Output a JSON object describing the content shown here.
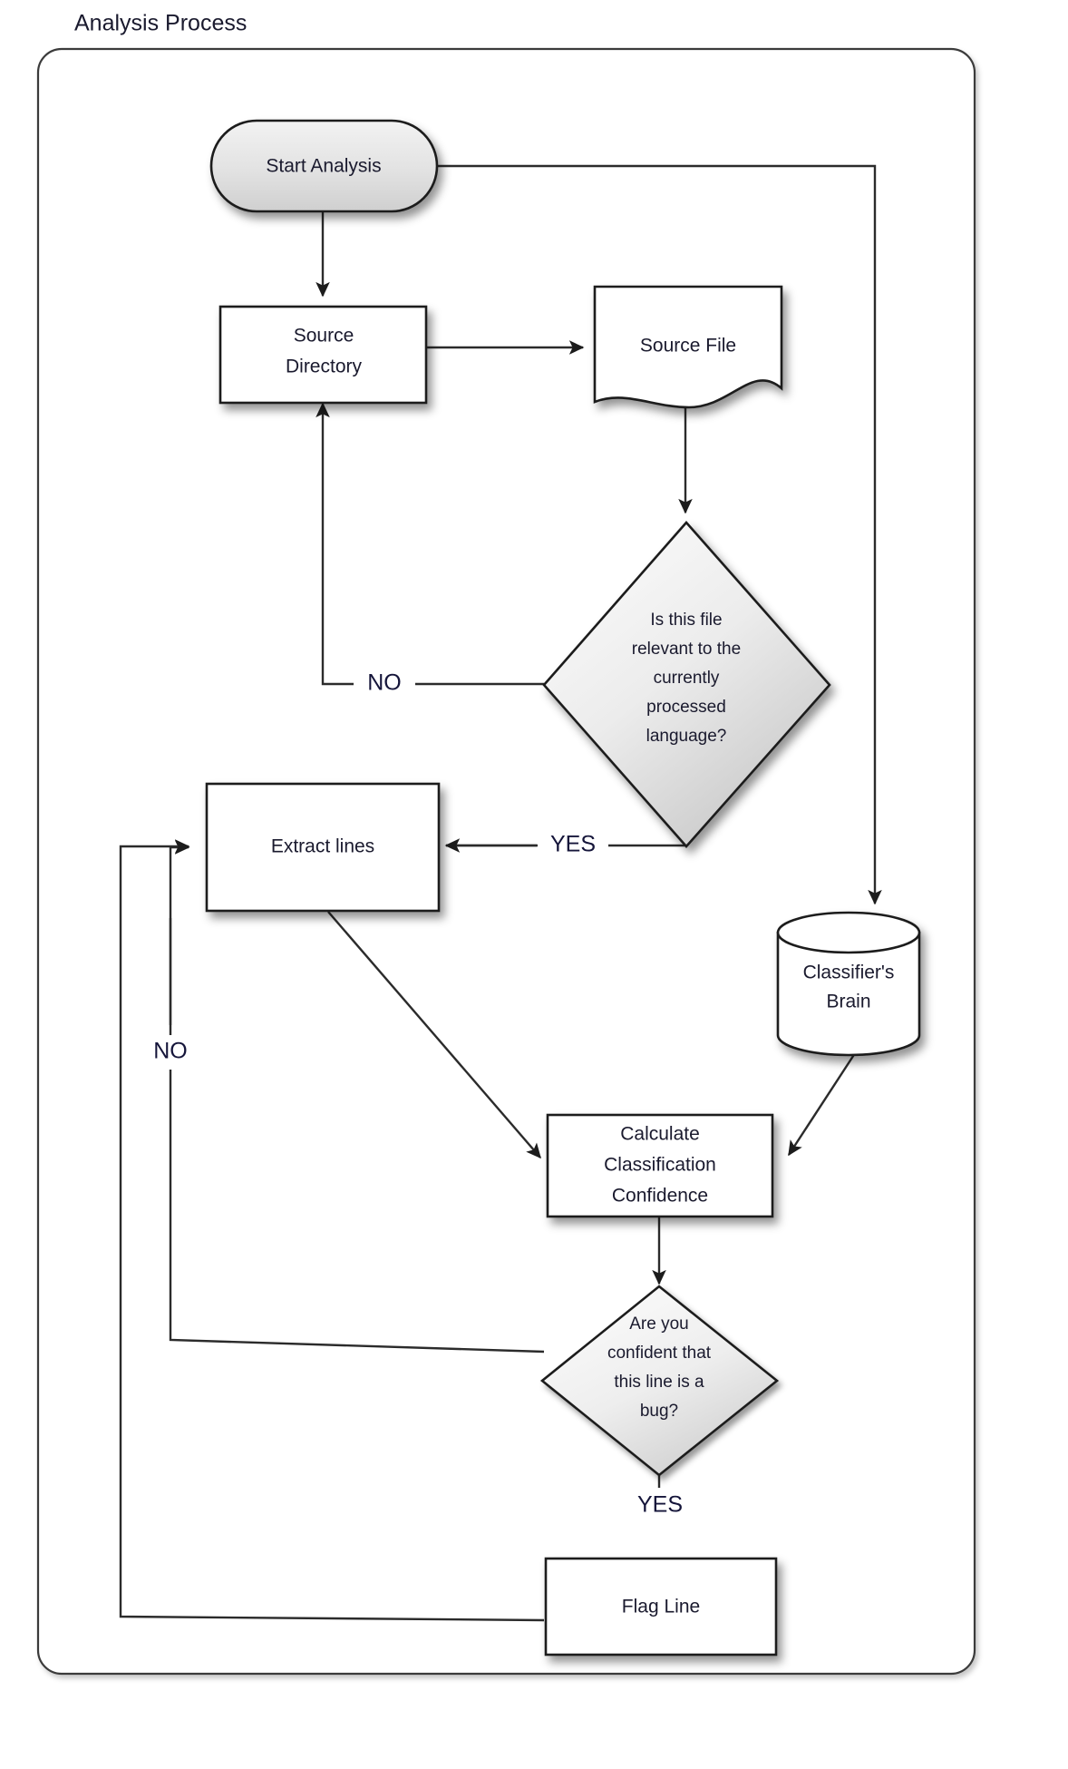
{
  "frame": {
    "title": "Analysis Process"
  },
  "nodes": {
    "start": {
      "label": "Start Analysis",
      "shape": "rounded-terminator"
    },
    "source_directory": {
      "label_line1": "Source",
      "label_line2": "Directory",
      "shape": "rectangle"
    },
    "source_file": {
      "label": "Source File",
      "shape": "document"
    },
    "relevance_decision": {
      "line1": "Is this file",
      "line2": "relevant to the",
      "line3": "currently",
      "line4": "processed",
      "line5": "language?",
      "shape": "diamond"
    },
    "extract_lines": {
      "label": "Extract lines",
      "shape": "rectangle"
    },
    "classifiers_brain": {
      "label_line1": "Classifier's",
      "label_line2": "Brain",
      "shape": "cylinder"
    },
    "calculate_confidence": {
      "label_line1": "Calculate",
      "label_line2": "Classification",
      "label_line3": "Confidence",
      "shape": "rectangle"
    },
    "bug_decision": {
      "line1": "Are you",
      "line2": "confident that",
      "line3": "this line is a",
      "line4": "bug?",
      "shape": "diamond"
    },
    "flag_line": {
      "label": "Flag Line",
      "shape": "rectangle"
    }
  },
  "edge_labels": {
    "relevance_no": "NO",
    "relevance_yes": "YES",
    "bug_no": "NO",
    "bug_yes": "YES"
  },
  "colors": {
    "shape_fill_white": "#ffffff",
    "shape_fill_gray": "#d8d8d8",
    "stroke": "#1c1c1c",
    "text": "#1a1a2e",
    "frame_stroke": "#3a3a3a",
    "background": "#ffffff"
  }
}
